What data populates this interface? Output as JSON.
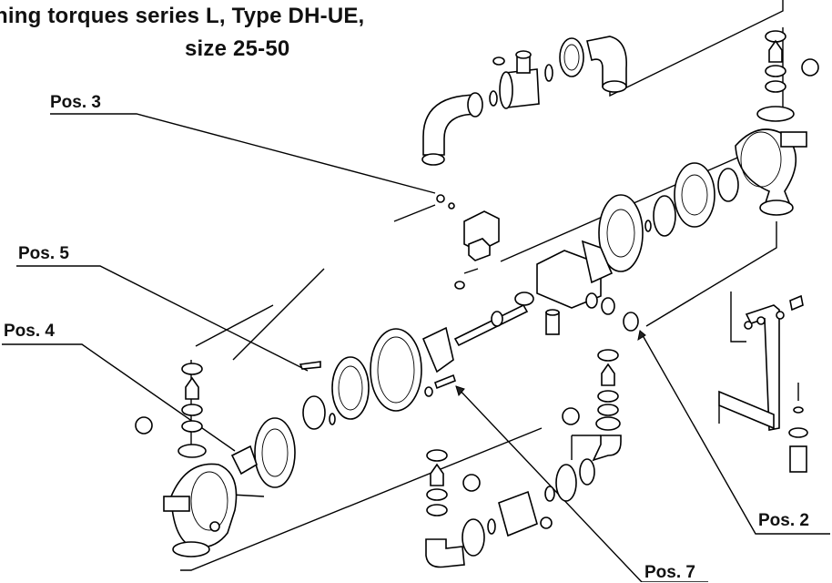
{
  "title": {
    "line1": "hing torques  series L,  Type DH-UE,",
    "line2": "size 25-50"
  },
  "labels": {
    "pos3": "Pos. 3",
    "pos5": "Pos. 5",
    "pos4": "Pos. 4",
    "pos2": "Pos. 2",
    "pos7": "Pos. 7"
  }
}
